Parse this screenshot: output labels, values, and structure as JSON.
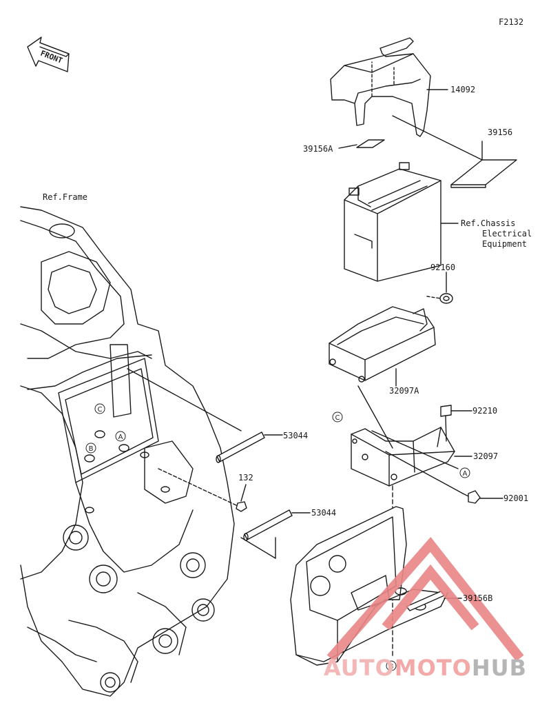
{
  "figure_id": "F2132",
  "front_label": "FRONT",
  "frame_ref": "Ref.Frame",
  "chassis_ref": [
    "Ref.Chassis",
    "Electrical",
    "Equipment"
  ],
  "parts": {
    "cover": "14092",
    "pad": "39156",
    "pad_a": "39156A",
    "pad_b": "39156B",
    "nut": "92160",
    "case_a": "32097A",
    "clip": "92210",
    "bracket": "32097",
    "bolt": "92001",
    "pin_upper": "53044",
    "pin_lower": "53044",
    "bolt_small": "132"
  },
  "callouts": {
    "a": "A",
    "b": "B",
    "c": "C"
  },
  "watermark": {
    "part1": "AUTO",
    "part2": "MOTO",
    "part3": "HUB",
    "colors": {
      "auto": "#f2b8b8",
      "moto": "#f4a9a9",
      "hub": "#b5b5b5",
      "triangle": "#e98686"
    }
  }
}
